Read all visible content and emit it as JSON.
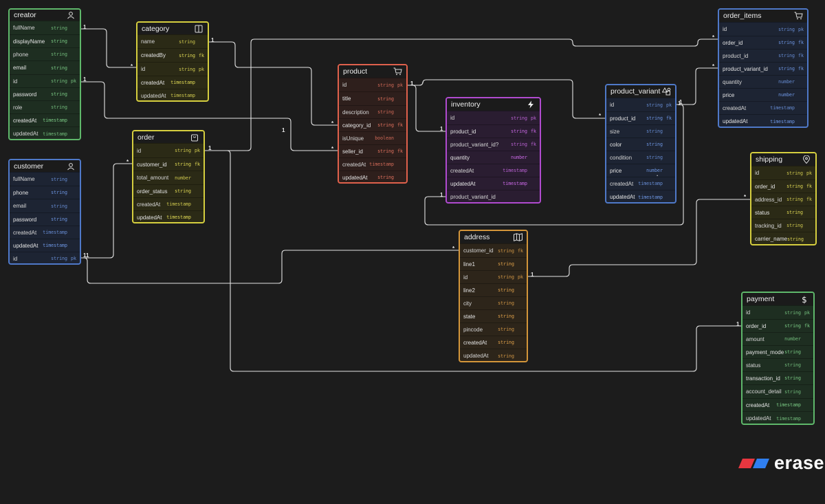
{
  "brand": {
    "name": "eraser"
  },
  "colors": {
    "green": "#5fb86b",
    "yellow": "#d6cf3f",
    "blue": "#4f79c9",
    "red": "#e0614c",
    "purple": "#b14bd0",
    "orange": "#d4963a",
    "line": "#e4e4e4"
  },
  "entities": [
    {
      "id": "creator",
      "title": "creator",
      "icon": "user-icon",
      "theme": "green",
      "fields": [
        {
          "name": "fullName",
          "type": "string",
          "key": ""
        },
        {
          "name": "displayName",
          "type": "string",
          "key": ""
        },
        {
          "name": "phone",
          "type": "string",
          "key": ""
        },
        {
          "name": "email",
          "type": "string",
          "key": ""
        },
        {
          "name": "id",
          "type": "string",
          "key": "pk"
        },
        {
          "name": "password",
          "type": "string",
          "key": ""
        },
        {
          "name": "role",
          "type": "string",
          "key": ""
        },
        {
          "name": "createdAt",
          "type": "timestamp",
          "key": ""
        },
        {
          "name": "updatedAt",
          "type": "timestamp",
          "key": ""
        }
      ]
    },
    {
      "id": "customer",
      "title": "customer",
      "icon": "user-icon",
      "theme": "blue",
      "fields": [
        {
          "name": "fullName",
          "type": "string",
          "key": ""
        },
        {
          "name": "phone",
          "type": "string",
          "key": ""
        },
        {
          "name": "email",
          "type": "string",
          "key": ""
        },
        {
          "name": "password",
          "type": "string",
          "key": ""
        },
        {
          "name": "createdAt",
          "type": "timestamp",
          "key": ""
        },
        {
          "name": "updatedAt",
          "type": "timestamp",
          "key": ""
        },
        {
          "name": "id",
          "type": "string",
          "key": "pk"
        }
      ]
    },
    {
      "id": "category",
      "title": "category",
      "icon": "layout-icon",
      "theme": "yellow",
      "fields": [
        {
          "name": "name",
          "type": "string",
          "key": ""
        },
        {
          "name": "createdBy",
          "type": "string",
          "key": "fk"
        },
        {
          "name": "id",
          "type": "string",
          "key": "pk"
        },
        {
          "name": "createdAt",
          "type": "timestamp",
          "key": ""
        },
        {
          "name": "updatedAt",
          "type": "timestamp",
          "key": ""
        }
      ]
    },
    {
      "id": "order",
      "title": "order",
      "icon": "bag-icon",
      "theme": "yellow",
      "fields": [
        {
          "name": "id",
          "type": "string",
          "key": "pk"
        },
        {
          "name": "customer_id",
          "type": "string",
          "key": "fk"
        },
        {
          "name": "total_amount",
          "type": "number",
          "key": ""
        },
        {
          "name": "order_status",
          "type": "string",
          "key": ""
        },
        {
          "name": "createdAt",
          "type": "timestamp",
          "key": ""
        },
        {
          "name": "updatedAt",
          "type": "timestamp",
          "key": ""
        }
      ]
    },
    {
      "id": "product",
      "title": "product",
      "icon": "cart-icon",
      "theme": "red",
      "fields": [
        {
          "name": "id",
          "type": "string",
          "key": "pk"
        },
        {
          "name": "title",
          "type": "string",
          "key": ""
        },
        {
          "name": "description",
          "type": "string",
          "key": ""
        },
        {
          "name": "category_id",
          "type": "string",
          "key": "fk"
        },
        {
          "name": "isUnique",
          "type": "boolean",
          "key": ""
        },
        {
          "name": "seller_id",
          "type": "string",
          "key": "fk"
        },
        {
          "name": "createdAt",
          "type": "timestamp",
          "key": ""
        },
        {
          "name": "updatedAt",
          "type": "string",
          "key": ""
        }
      ]
    },
    {
      "id": "inventory",
      "title": "inventory",
      "icon": "lightning-icon",
      "theme": "purple",
      "fields": [
        {
          "name": "id",
          "type": "string",
          "key": "pk"
        },
        {
          "name": "product_id",
          "type": "string",
          "key": "fk"
        },
        {
          "name": "product_variant_id?",
          "type": "string",
          "key": "fk"
        },
        {
          "name": "quantity",
          "type": "number",
          "key": ""
        },
        {
          "name": "createdAt",
          "type": "timestamp",
          "key": ""
        },
        {
          "name": "updatedAt",
          "type": "timestamp",
          "key": ""
        },
        {
          "name": "product_variant_id",
          "type": "",
          "key": ""
        }
      ]
    },
    {
      "id": "product_variant",
      "title": "product_variant",
      "icon": "shapes-icon",
      "theme": "blue",
      "fields": [
        {
          "name": "id",
          "type": "string",
          "key": "pk"
        },
        {
          "name": "product_id",
          "type": "string",
          "key": "fk"
        },
        {
          "name": "size",
          "type": "string",
          "key": ""
        },
        {
          "name": "color",
          "type": "string",
          "key": ""
        },
        {
          "name": "condition",
          "type": "string",
          "key": ""
        },
        {
          "name": "price",
          "type": "number",
          "key": ""
        },
        {
          "name": "createdAt",
          "type": "timestamp",
          "key": ""
        },
        {
          "name": "updatedAt",
          "type": "timestamp",
          "key": ""
        }
      ]
    },
    {
      "id": "order_items",
      "title": "order_items",
      "icon": "cart-icon",
      "theme": "blue",
      "fields": [
        {
          "name": "id",
          "type": "string",
          "key": "pk"
        },
        {
          "name": "order_id",
          "type": "string",
          "key": "fk"
        },
        {
          "name": "product_id",
          "type": "string",
          "key": "fk"
        },
        {
          "name": "product_variant_id",
          "type": "string",
          "key": "fk"
        },
        {
          "name": "quantity",
          "type": "number",
          "key": ""
        },
        {
          "name": "price",
          "type": "number",
          "key": ""
        },
        {
          "name": "createdAt",
          "type": "timestamp",
          "key": ""
        },
        {
          "name": "updatedAt",
          "type": "timestamp",
          "key": ""
        }
      ]
    },
    {
      "id": "shipping",
      "title": "shipping",
      "icon": "location-pin-icon",
      "theme": "yellow",
      "fields": [
        {
          "name": "id",
          "type": "string",
          "key": "pk"
        },
        {
          "name": "order_id",
          "type": "string",
          "key": "fk"
        },
        {
          "name": "address_id",
          "type": "string",
          "key": "fk"
        },
        {
          "name": "status",
          "type": "string",
          "key": ""
        },
        {
          "name": "tracking_id",
          "type": "string",
          "key": ""
        },
        {
          "name": "carrier_name",
          "type": "string",
          "key": ""
        }
      ]
    },
    {
      "id": "address",
      "title": "address",
      "icon": "map-icon",
      "theme": "orange",
      "fields": [
        {
          "name": "customer_id",
          "type": "string",
          "key": "fk"
        },
        {
          "name": "line1",
          "type": "string",
          "key": ""
        },
        {
          "name": "id",
          "type": "string",
          "key": "pk"
        },
        {
          "name": "line2",
          "type": "string",
          "key": ""
        },
        {
          "name": "city",
          "type": "string",
          "key": ""
        },
        {
          "name": "state",
          "type": "string",
          "key": ""
        },
        {
          "name": "pincode",
          "type": "string",
          "key": ""
        },
        {
          "name": "createdAt",
          "type": "string",
          "key": ""
        },
        {
          "name": "updatedAt",
          "type": "string",
          "key": ""
        }
      ]
    },
    {
      "id": "payment",
      "title": "payment",
      "icon": "dollar-icon",
      "theme": "green",
      "fields": [
        {
          "name": "id",
          "type": "string",
          "key": "pk"
        },
        {
          "name": "order_id",
          "type": "string",
          "key": "fk"
        },
        {
          "name": "amount",
          "type": "number",
          "key": ""
        },
        {
          "name": "payment_mode",
          "type": "string",
          "key": ""
        },
        {
          "name": "status",
          "type": "string",
          "key": ""
        },
        {
          "name": "transaction_id",
          "type": "string",
          "key": ""
        },
        {
          "name": "account_detail",
          "type": "string",
          "key": ""
        },
        {
          "name": "createdAt",
          "type": "timestamp",
          "key": ""
        },
        {
          "name": "updatedAt",
          "type": "timestamp",
          "key": ""
        }
      ]
    }
  ],
  "relations": [
    {
      "id": "creator-category",
      "from": "creator.id",
      "to": "category.createdBy",
      "from_card": "1",
      "to_card": "*"
    },
    {
      "id": "creator-product",
      "from": "creator.id",
      "to": "product.seller_id",
      "from_card": "1",
      "to_card": "*"
    },
    {
      "id": "category-product",
      "from": "category.id",
      "to": "product.category_id",
      "from_card": "1",
      "to_card": "*"
    },
    {
      "id": "customer-order",
      "from": "customer.id",
      "to": "order.customer_id",
      "from_card": "1",
      "to_card": "*"
    },
    {
      "id": "customer-address",
      "from": "customer.id",
      "to": "address.customer_id",
      "from_card": "1",
      "to_card": "*"
    },
    {
      "id": "order-order_items",
      "from": "order.id",
      "to": "order_items.order_id",
      "from_card": "1",
      "to_card": "*"
    },
    {
      "id": "order-payment",
      "from": "order.id",
      "to": "payment.order_id",
      "from_card": "1",
      "to_card": "1"
    },
    {
      "id": "product-inventory",
      "from": "product.id",
      "to": "inventory.product_id",
      "from_card": "1",
      "to_card": "1"
    },
    {
      "id": "product-product_variant",
      "from": "product.id",
      "to": "product_variant.product_id",
      "from_card": "1",
      "to_card": "*"
    },
    {
      "id": "product_variant-order_items",
      "from": "product_variant.id",
      "to": "order_items.product_variant_id",
      "from_card": "1",
      "to_card": "*"
    },
    {
      "id": "product_variant-inventory",
      "from": "product_variant.id",
      "to": "inventory.product_variant_id",
      "from_card": "1",
      "to_card": "1"
    },
    {
      "id": "address-shipping",
      "from": "address.id",
      "to": "shipping.address_id",
      "from_card": "1",
      "to_card": "*"
    }
  ]
}
